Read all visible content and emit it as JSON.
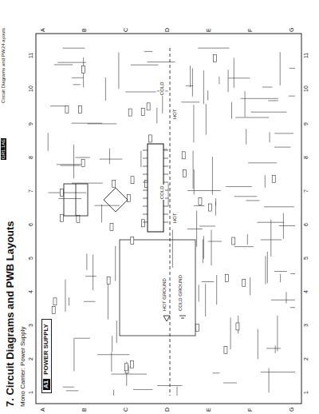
{
  "diagram": {
    "title": "7. Circuit Diagrams and PWB Layouts",
    "nodes": [
      {
        "text": [
          "A1",
          "POWER SUPPLY"
        ]
      }
    ],
    "labels": [
      "Circuit Diagrams and PWB Layouts",
      "GR1.1AE",
      "24",
      "Mono Carrier: Power Supply",
      "A",
      "B",
      "C",
      "D",
      "E",
      "F",
      "G",
      "A",
      "B",
      "C",
      "D",
      "E",
      "F",
      "G",
      "1",
      "2",
      "3",
      "4",
      "5",
      "6",
      "7",
      "8",
      "9",
      "10",
      "11",
      "1",
      "2",
      "3",
      "4",
      "5",
      "6",
      "7",
      "8",
      "9",
      "10",
      "11",
      "HOT",
      "COLD",
      "HOT",
      "COLD"
    ],
    "legend": [
      {
        "text": "HOT GROUND"
      },
      {
        "text": "COLD GROUND"
      }
    ]
  }
}
